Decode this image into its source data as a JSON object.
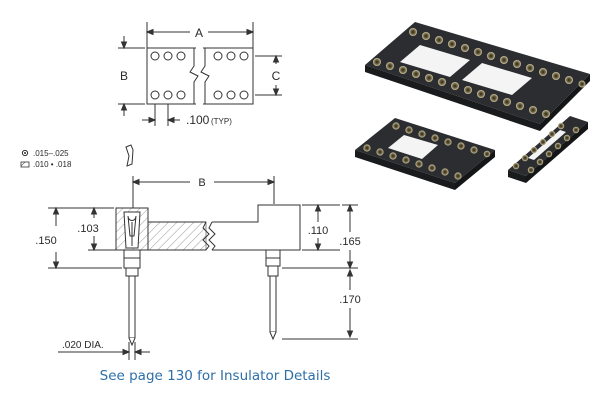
{
  "top_view": {
    "label_a": "A",
    "label_b": "B",
    "label_c": "C",
    "pitch": ".100",
    "pitch_note": "(TYP)"
  },
  "legend": {
    "round_range": ".015–.025",
    "square_range": ".010 • .018"
  },
  "side_view": {
    "label_b": "B",
    "dim_150": ".150",
    "dim_103": ".103",
    "dim_110": ".110",
    "dim_165": ".165",
    "dim_170": ".170",
    "dia": ".020  DIA."
  },
  "footer": {
    "note": "See page 130 for Insulator Details"
  },
  "colors": {
    "link": "#2e6fa8",
    "socket_body": "#2b2d30",
    "pin": "#c9c9c4"
  }
}
